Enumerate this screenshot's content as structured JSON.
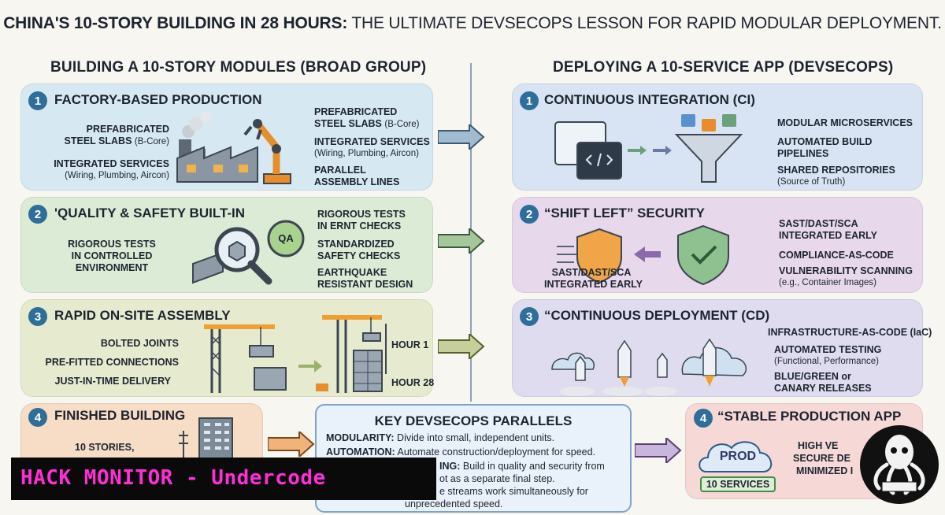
{
  "title": {
    "bold": "CHINA'S 10-STORY BUILDING IN 28 HOURS:",
    "rest": " THE ULTIMATE DEVSECOPS LESSON FOR RAPID MODULAR DEPLOYMENT."
  },
  "left_heading": "BUILDING A 10-STORY MODULES (BROAD GROUP)",
  "right_heading": "DEPLOYING A 10-SERVICE APP (DEVSECOPS)",
  "left": {
    "p1": {
      "num": "1",
      "title": "FACTORY-BASED PRODUCTION",
      "l1a": "PREFABRICATED",
      "l1b": "STEEL SLABS",
      "l1c": "(B-Core)",
      "l2a": "INTEGRATED SERVICES",
      "l2b": "(Wiring, Plumbing, Aircon)",
      "r1a": "PREFABRICATED",
      "r1b": "STEEL SLABS",
      "r1c": "(B-Core)",
      "r2a": "INTEGRATED SERVICES",
      "r2b": "(Wiring, Plumbing, Aircon)",
      "r3a": "PARALLEL",
      "r3b": "ASSEMBLY LINES"
    },
    "p2": {
      "num": "2",
      "title": "'QUALITY & SAFETY BUILT-IN",
      "l1a": "RIGOROUS TESTS",
      "l1b": "IN CONTROLLED",
      "l1c": "ENVIRONMENT",
      "badge": "QA",
      "r1a": "RIGOROUS TESTS",
      "r1b": "IN ERNT CHECKS",
      "r2a": "STANDARDIZED",
      "r2b": "SAFETY CHECKS",
      "r3a": "EARTHQUAKE",
      "r3b": "RESISTANT DESIGN"
    },
    "p3": {
      "num": "3",
      "title": "RAPID ON-SITE ASSEMBLY",
      "l1": "BOLTED JOINTS",
      "l2": "PRE-FITTED CONNECTIONS",
      "l3": "JUST-IN-TIME DELIVERY",
      "h1": "HOUR 1",
      "h2": "HOUR 28"
    },
    "p4": {
      "num": "4",
      "title": "FINISHED BUILDING",
      "l1": "10 STORIES,"
    }
  },
  "right": {
    "p1": {
      "num": "1",
      "title": "CONTINUOUS INTEGRATION (CI)",
      "r1": "MODULAR MICROSERVICES",
      "r2a": "AUTOMATED BUILD",
      "r2b": "PIPELINES",
      "r3a": "SHARED REPOSITORIES",
      "r3b": "(Source of Truth)"
    },
    "p2": {
      "num": "2",
      "title": "“SHIFT LEFT” SECURITY",
      "l1a": "SAST/DAST/SCA",
      "l1b": "INTEGRATED EARLY",
      "r1a": "SAST/DAST/SCA",
      "r1b": "INTEGRATED EARLY",
      "r2": "COMPLIANCE-AS-CODE",
      "r3a": "VULNERABILITY SCANNING",
      "r3b": "(e.g., Container Images)"
    },
    "p3": {
      "num": "3",
      "title": "“CONTINUOUS DEPLOYMENT (CD)",
      "r1": "INFRASTRUCTURE-AS-CODE (IaC)",
      "r2a": "AUTOMATED TESTING",
      "r2b": "(Functional, Performance)",
      "r3a": "BLUE/GREEN or",
      "r3b": "CANARY RELEASES"
    },
    "p4": {
      "num": "4",
      "title": "“STABLE PRODUCTION APP",
      "cloud": "PROD",
      "services": "10 SERVICES",
      "l1": "HIGH VE",
      "l2": "SECURE DE",
      "l3": "MINIMIZED I"
    }
  },
  "key": {
    "title": "KEY DEVSECOPS PARALLELS",
    "rows": [
      {
        "term": "MODULARITY:",
        "text": " Divide into small, independent units."
      },
      {
        "term": "AUTOMATION:",
        "text": " Automate construction/deployment for speed."
      },
      {
        "term": "ING:",
        "text": " Build in quality and security from"
      },
      {
        "term": "",
        "text": "ot as a separate final step."
      },
      {
        "term": "",
        "text": "e streams work simultaneously for"
      },
      {
        "term": "",
        "text": "unprecedented speed."
      }
    ]
  },
  "banner": "HACK MONITOR - Undercode",
  "colors": {
    "factory_panel": "#d6e9f2",
    "quality_panel": "#dcebd5",
    "assembly_panel": "#e6ebcf",
    "finished_panel": "#f7dcc6",
    "ci_panel": "#d8e4f3",
    "security_panel": "#e8d8ec",
    "cd_panel": "#dfdcef",
    "prod_panel": "#f6d8d6",
    "number_badge": "#2f6e98",
    "banner_text": "#ff2fd6"
  }
}
